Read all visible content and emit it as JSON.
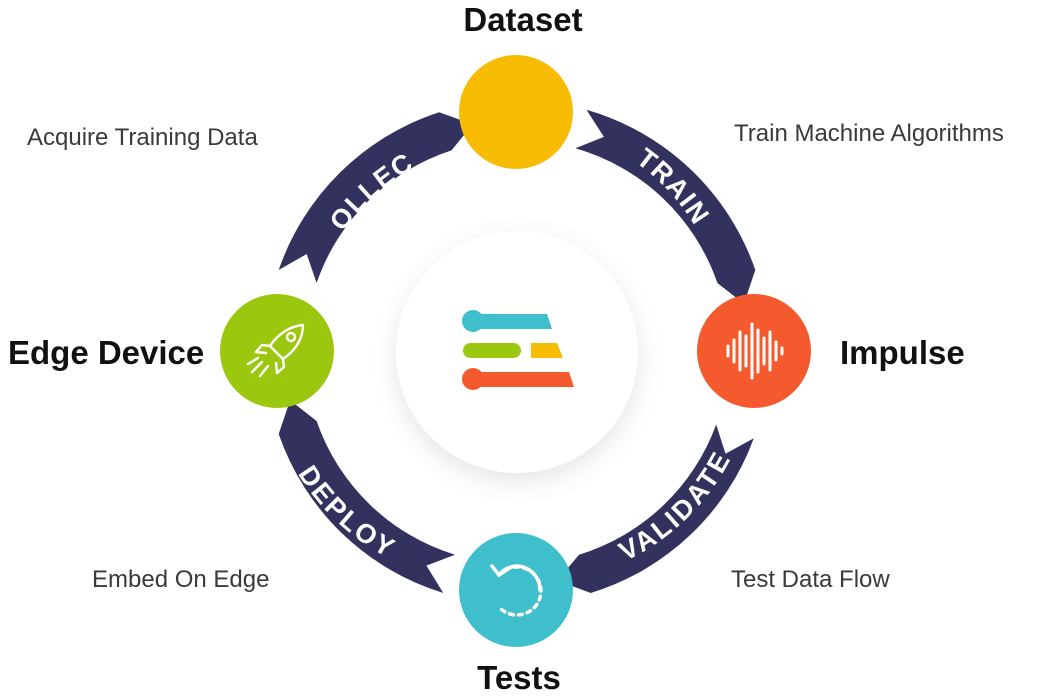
{
  "nodes": {
    "dataset": {
      "label": "Dataset",
      "color": "#F9BC04"
    },
    "impulse": {
      "label": "Impulse",
      "color": "#F45A2D"
    },
    "tests": {
      "label": "Tests",
      "color": "#3FBECB"
    },
    "edge_device": {
      "label": "Edge Device",
      "color": "#9BC70F"
    }
  },
  "arrows": {
    "collect": {
      "label": "COLLECT",
      "description": "Acquire Training Data"
    },
    "train": {
      "label": "TRAIN",
      "description": "Train Machine Algorithms"
    },
    "validate": {
      "label": "VALIDATE",
      "description": "Test Data Flow"
    },
    "deploy": {
      "label": "DEPLOY",
      "description": "Embed On Edge"
    }
  },
  "colors": {
    "band": "#33325E",
    "logo_top": "#3FBECB",
    "logo_mid_left": "#9BC70F",
    "logo_mid_right": "#F9BC04",
    "logo_bottom": "#F45A2D"
  },
  "icons": {
    "center": "edge-impulse-logo-icon",
    "dataset": "none",
    "impulse": "waveform-icon",
    "tests": "refresh-icon",
    "edge_device": "rocket-icon"
  }
}
